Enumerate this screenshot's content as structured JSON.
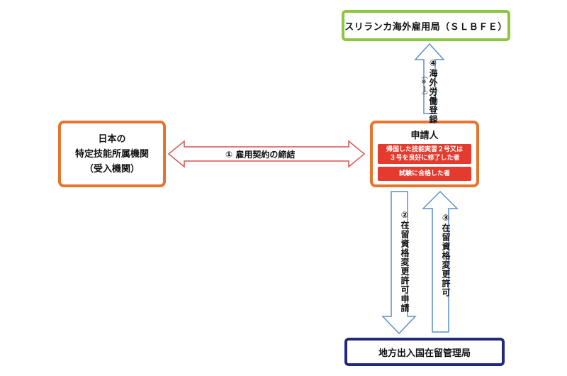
{
  "nodes": {
    "sri_lanka": "スリランカ海外雇用局（ＳＬＢＦＥ）",
    "japan_org": [
      "日本の",
      "特定技能所属機関",
      "（受入機関）"
    ],
    "applicant": {
      "title": "申請人",
      "condition_1": [
        "帰国した技能実習２号又は",
        "３号を良好に修了した者"
      ],
      "condition_2": "試験に合格した者"
    },
    "immigration": "地方出入国在留管理局"
  },
  "edges": {
    "contract": "① 雇用契約の締結",
    "register": "④海外労働登録",
    "register_note": "（※１）",
    "apply": "②在留資格変更許可申請",
    "permit": "③在留資格変更許可"
  },
  "colors": {
    "green_border": "#8cc63f",
    "orange_border": "#e8732a",
    "navy_border": "#1f2a7c",
    "red_fill": "#e53b2f",
    "red_arrow": "#d9534f",
    "blue_arrow": "#5b8fc9"
  }
}
